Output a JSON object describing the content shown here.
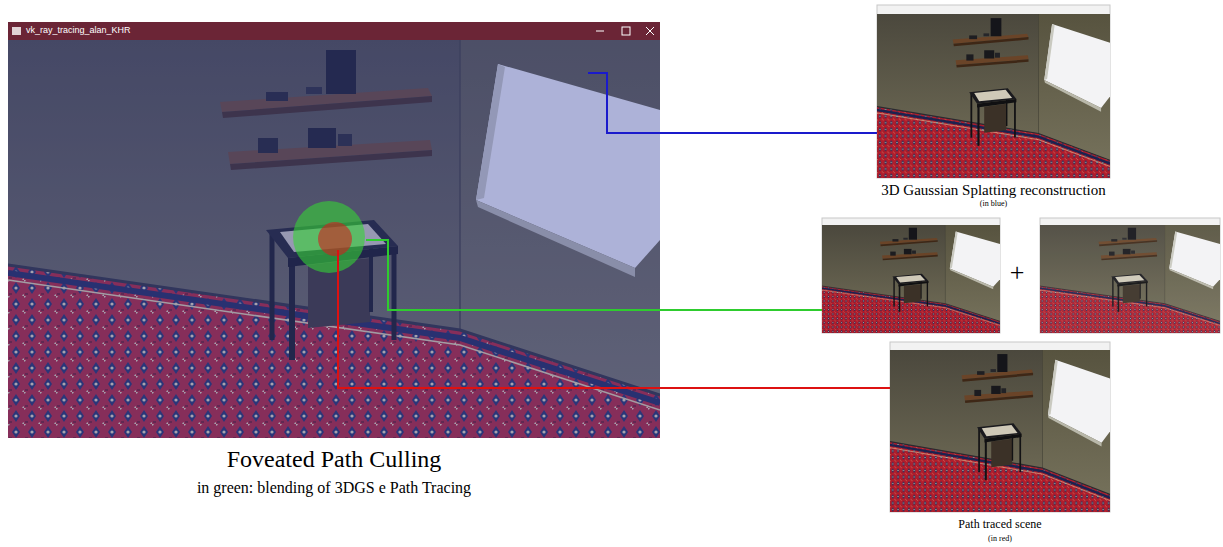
{
  "diagram": {
    "nodes": [
      {
        "text": [
          "vk_ray_tracing_alan_KHR",
          "Foveated Path Culling",
          "in green: blending of 3DGS e Path Tracing"
        ]
      },
      {
        "text": [
          "3D Gaussian Splatting reconstruction",
          "(in blue)"
        ]
      },
      {
        "text": [
          "+"
        ]
      },
      {
        "text": [
          "Path traced scene",
          "(in red)"
        ]
      }
    ],
    "edges": [
      {
        "from": 0,
        "to": 1,
        "arrow": "none"
      },
      {
        "from": 0,
        "to": 2,
        "arrow": "none"
      },
      {
        "from": 0,
        "to": 3,
        "arrow": "none"
      }
    ]
  }
}
